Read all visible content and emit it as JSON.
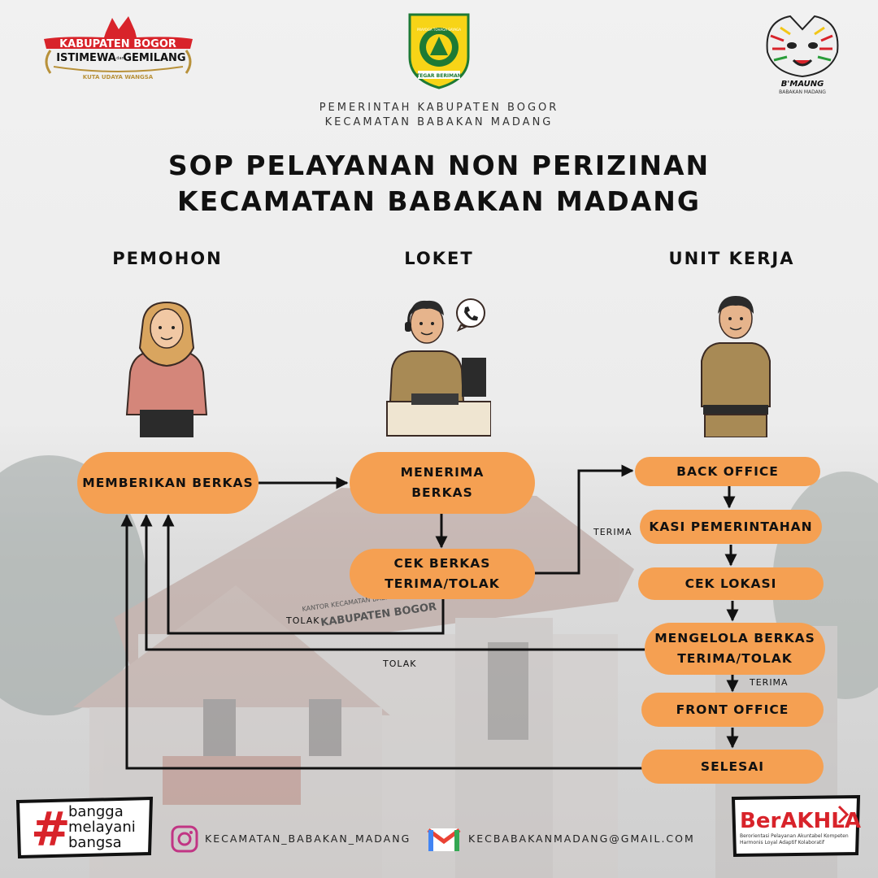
{
  "header": {
    "logo_left": {
      "line1": "KABUPATEN BOGOR",
      "line2a": "ISTIMEWA",
      "line2b": "dan",
      "line2c": "GEMILANG",
      "tagline": "KUTA UDAYA WANGSA"
    },
    "logo_center": {
      "ring_text": "PRAYOGA TOHAGA SAYAGA",
      "banner": "TEGAR BERIMAN"
    },
    "logo_right": {
      "name": "B'MAUNG",
      "sub": "BABAKAN MADANG"
    },
    "org_line1": "PEMERINTAH KABUPATEN BOGOR",
    "org_line2": "KECAMATAN BABAKAN MADANG"
  },
  "title": {
    "line1": "SOP PELAYANAN NON PERIZINAN",
    "line2": "KECAMATAN BABAKAN MADANG"
  },
  "columns": {
    "pemohon": "PEMOHON",
    "loket": "LOKET",
    "unit_kerja": "UNIT KERJA"
  },
  "nodes": {
    "memberikan_berkas": "MEMBERIKAN BERKAS",
    "menerima_berkas": [
      "MENERIMA",
      "BERKAS"
    ],
    "cek_berkas": [
      "CEK BERKAS",
      "TERIMA/TOLAK"
    ],
    "back_office": "BACK OFFICE",
    "kasi_pemerintahan": "KASI PEMERINTAHAN",
    "cek_lokasi": "CEK LOKASI",
    "mengelola_berkas": [
      "MENGELOLA BERKAS",
      "TERIMA/TOLAK"
    ],
    "front_office": "FRONT OFFICE",
    "selesai": "SELESAI"
  },
  "edge_labels": {
    "terima_1": "TERIMA",
    "tolak_1": "TOLAK",
    "tolak_2": "TOLAK",
    "terima_2": "TERIMA"
  },
  "background_sign": {
    "line1": "KANTOR KECAMATAN BABAKAN MADANG",
    "line2": "KABUPATEN BOGOR"
  },
  "footer": {
    "badge_left": {
      "hash": "#",
      "w1": "bangga",
      "w2": "melayani",
      "w3": "bangsa"
    },
    "instagram": "KECAMATAN_BABAKAN_MADANG",
    "email": "KECBABAKANMADANG@GMAIL.COM",
    "badge_right": {
      "title": "BerAKHLAK",
      "sub1": "Berorientasi Pelayanan Akuntabel Kompeten",
      "sub2": "Harmonis Loyal Adaptif Kolaboratif"
    }
  },
  "colors": {
    "node_fill": "#f5a052",
    "text": "#111111",
    "arrow": "#111111"
  },
  "icons": [
    "pemohon-person-icon",
    "loket-officer-icon",
    "phone-bubble-icon",
    "unit-kerja-officer-icon",
    "instagram-icon",
    "gmail-icon"
  ]
}
